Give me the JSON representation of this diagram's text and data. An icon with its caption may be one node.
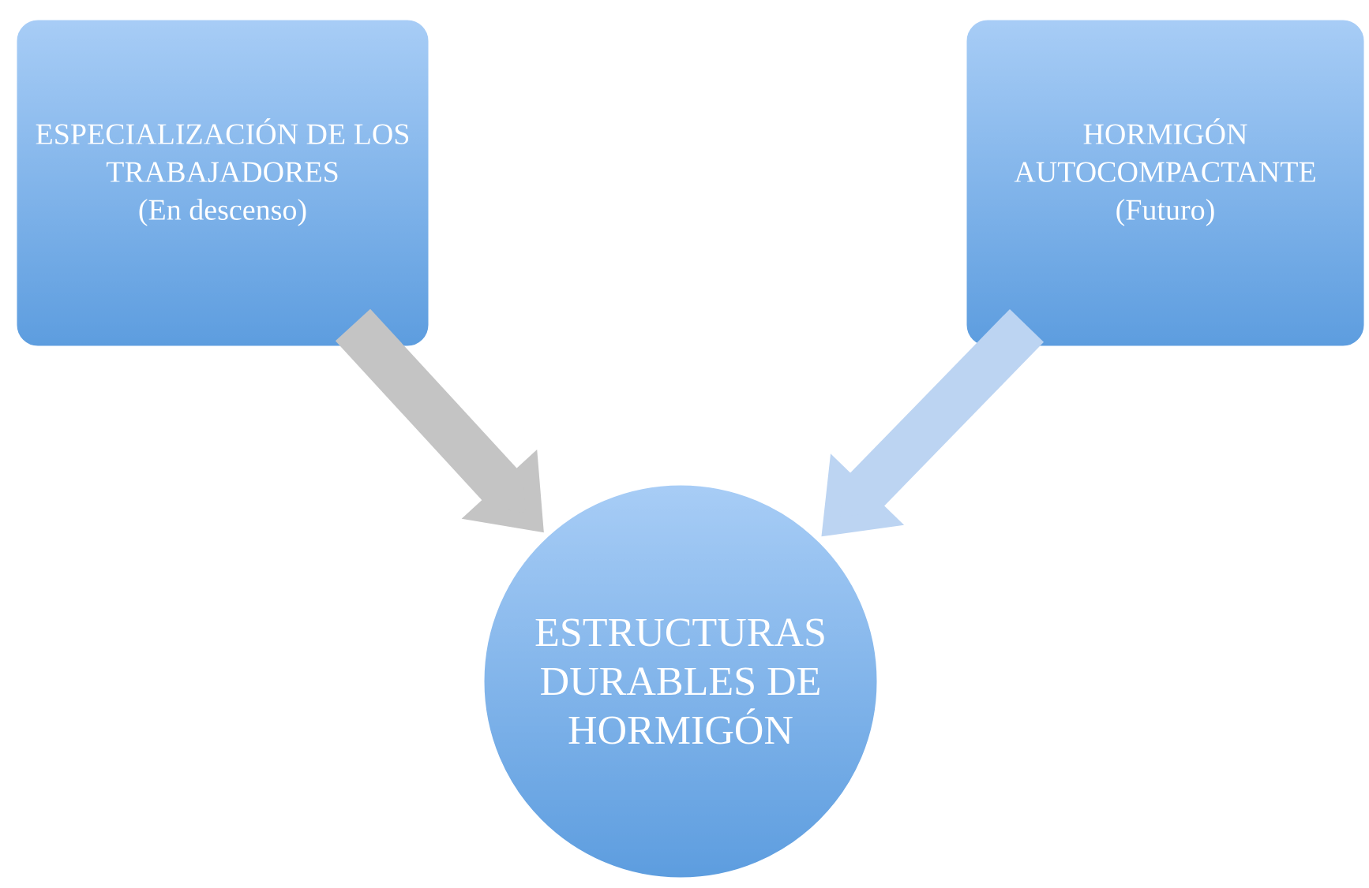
{
  "diagram": {
    "nodes": [
      {
        "text": [
          "ESPECIALIZACIÓN DE LOS TRABAJADORES",
          "(En descenso)"
        ]
      },
      {
        "text": [
          "HORMIGÓN AUTOCOMPACTANTE",
          "(Futuro)"
        ]
      },
      {
        "text": [
          "ESTRUCTURAS DURABLES DE HORMIGÓN"
        ]
      }
    ],
    "edges": [
      {
        "from": 0,
        "to": 2,
        "arrow": "to",
        "color": "#c4c4c4"
      },
      {
        "from": 1,
        "to": 2,
        "arrow": "to",
        "color": "#bcd4f2"
      }
    ]
  }
}
